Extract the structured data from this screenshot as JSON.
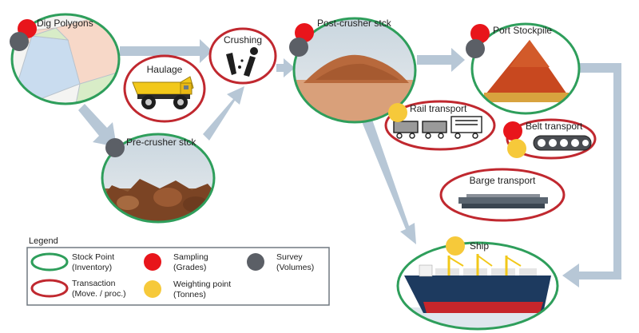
{
  "nodes": {
    "dig_polygons": {
      "label": "Dig Polygons"
    },
    "haulage": {
      "label": "Haulage"
    },
    "crushing": {
      "label": "Crushing"
    },
    "pre_crusher": {
      "label": "Pre-crusher stck"
    },
    "post_crusher": {
      "label": "Post-crusher stck"
    },
    "port_stockpile": {
      "label": "Port Stockpile"
    },
    "rail_transport": {
      "label": "Rail transport"
    },
    "belt_transport": {
      "label": "Belt transport"
    },
    "barge_transport": {
      "label": "Barge transport"
    },
    "ship": {
      "label": "Ship"
    }
  },
  "legend": {
    "title": "Legend",
    "stock_point": "Stock Point",
    "stock_point_sub": "(Inventory)",
    "transaction": "Transaction",
    "transaction_sub": "(Move. / proc.)",
    "sampling": "Sampling",
    "sampling_sub": "(Grades)",
    "weighting": "Weighting point",
    "weighting_sub": "(Tonnes)",
    "survey": "Survey",
    "survey_sub": "(Volumes)"
  },
  "colors": {
    "stock_point_border": "#2e9e5b",
    "transaction_border": "#c0282f",
    "sampling_dot": "#e8151b",
    "weighting_dot": "#f6c93a",
    "survey_dot": "#5b5f66",
    "arrow": "#b7c7d6"
  }
}
